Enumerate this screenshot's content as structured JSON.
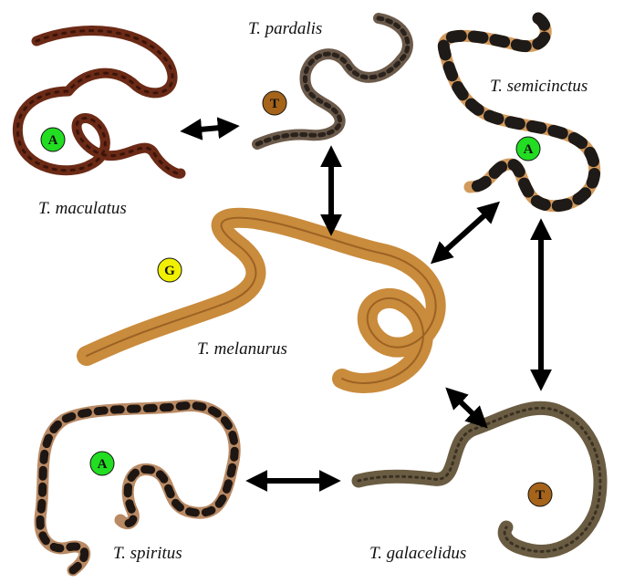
{
  "species": [
    {
      "id": "maculatus",
      "name": "T. maculatus",
      "badge": "A",
      "badge_color": "#22dd22",
      "body_color": "#6b2a16",
      "pattern_color": "#3a140a"
    },
    {
      "id": "pardalis",
      "name": "T. pardalis",
      "badge": "T",
      "badge_color": "#a6641a",
      "body_color": "#6b5a4a",
      "pattern_color": "#2a221c"
    },
    {
      "id": "semicinctus",
      "name": "T. semicinctus",
      "badge": "A",
      "badge_color": "#22dd22",
      "body_color": "#d29a5c",
      "pattern_color": "#1e1a18"
    },
    {
      "id": "melanurus",
      "name": "T. melanurus",
      "badge": "G",
      "badge_color": "#f0f000",
      "body_color": "#c98b3c",
      "pattern_color": "#9c6224"
    },
    {
      "id": "spiritus",
      "name": "T. spiritus",
      "badge": "A",
      "badge_color": "#22dd22",
      "body_color": "#b98a64",
      "pattern_color": "#1e1612"
    },
    {
      "id": "galacelidus",
      "name": "T. galacelidus",
      "badge": "T",
      "badge_color": "#a6641a",
      "body_color": "#6a5c42",
      "pattern_color": "#3a3122"
    }
  ],
  "relations": [
    {
      "from": "T. maculatus",
      "to": "T. pardalis",
      "type": "bidirectional"
    },
    {
      "from": "T. pardalis",
      "to": "T. melanurus",
      "type": "bidirectional"
    },
    {
      "from": "T. melanurus",
      "to": "T. semicinctus",
      "type": "bidirectional"
    },
    {
      "from": "T. semicinctus",
      "to": "T. galacelidus",
      "type": "bidirectional"
    },
    {
      "from": "T. melanurus",
      "to": "T. galacelidus",
      "type": "bidirectional"
    },
    {
      "from": "T. spiritus",
      "to": "T. galacelidus",
      "type": "bidirectional"
    }
  ]
}
